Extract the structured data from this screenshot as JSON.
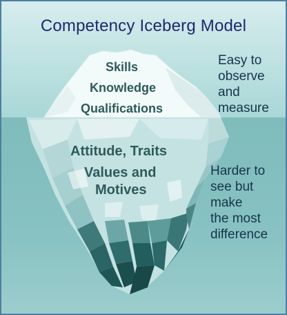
{
  "title": "Competency Iceberg Model",
  "above": {
    "labels": [
      "Skills",
      "Knowledge",
      "Qualifications"
    ],
    "description": [
      "Easy to",
      "observe",
      "and",
      "measure"
    ]
  },
  "below": {
    "labels": [
      "Attitude, Traits",
      "Values and",
      "Motives"
    ],
    "description": [
      "Harder to",
      "see but",
      "make",
      "the most",
      "difference"
    ]
  },
  "colors": {
    "title": "#1b2a6e",
    "sky": "#a9d7d7",
    "water": "#88c2c2",
    "iceberg_above": "#f4fafa",
    "iceberg_below_dark": "#1e5a5a",
    "label_text": "#2f5a5a"
  }
}
